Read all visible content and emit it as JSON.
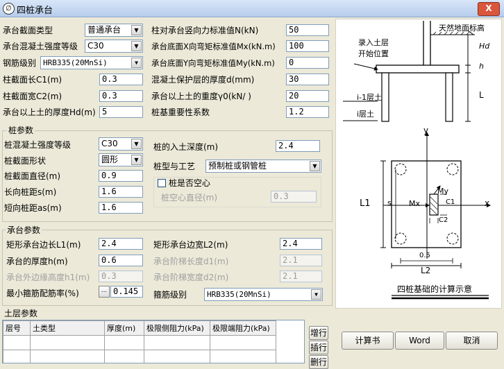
{
  "window": {
    "title": "四桩承台",
    "close_label": "X"
  },
  "top": {
    "section_type": {
      "label": "承台截面类型",
      "value": "普通承台"
    },
    "concrete_grade": {
      "label": "承台混凝土强度等级",
      "value": "C30"
    },
    "rebar_grade": {
      "label": "钢筋级别",
      "value": "HRB335(20MnSi)"
    },
    "col_length": {
      "label": "柱截面长C1(m)",
      "value": "0.3"
    },
    "col_width": {
      "label": "柱截面宽C2(m)",
      "value": "0.3"
    },
    "soil_thickness": {
      "label": "承台以上土的厚度Hd(m)",
      "value": "5"
    },
    "axial_force": {
      "label": "柱对承台竖向力标准值N(kN)",
      "value": "50"
    },
    "moment_x": {
      "label": "承台底面X向弯矩标准值Mx(kN.m)",
      "value": "100"
    },
    "moment_y": {
      "label": "承台底面Y向弯矩标准值My(kN.m)",
      "value": "0"
    },
    "cover": {
      "label": "混凝土保护层的厚度d(mm)",
      "value": "30"
    },
    "soil_weight": {
      "label": "承台以上土的重度γ0(kN/ )",
      "value": "20"
    },
    "importance": {
      "label": "桩基重要性系数",
      "value": "1.2"
    }
  },
  "pile": {
    "group_title": "桩参数",
    "concrete_grade": {
      "label": "桩混凝土强度等级",
      "value": "C30"
    },
    "shape": {
      "label": "桩截面形状",
      "value": "圆形"
    },
    "diameter": {
      "label": "桩截面直径(m)",
      "value": "0.9"
    },
    "long_spacing": {
      "label": "长向桩距s(m)",
      "value": "1.6"
    },
    "short_spacing": {
      "label": "短向桩距as(m)",
      "value": "1.6"
    },
    "embed_depth": {
      "label": "桩的入土深度(m)",
      "value": "2.4"
    },
    "pile_type": {
      "label": "桩型与工艺",
      "value": "预制桩或钢管桩"
    },
    "hollow": {
      "label": "桩是否空心",
      "checked": false
    },
    "hollow_dia": {
      "label": "桩空心直径(m)",
      "value": "0.3"
    }
  },
  "cap": {
    "group_title": "承台参数",
    "length": {
      "label": "矩形承台边长L1(m)",
      "value": "2.4"
    },
    "thickness": {
      "label": "承台的厚度h(m)",
      "value": "0.6"
    },
    "edge_height": {
      "label": "承台外边缘高度h1(m)",
      "value": "0.3"
    },
    "min_ratio": {
      "label": "最小箍筋配筋率(%)",
      "value": "0.145",
      "btn": "..."
    },
    "width": {
      "label": "矩形承台边宽L2(m)",
      "value": "2.4"
    },
    "step_length": {
      "label": "承台阶梯长度d1(m)",
      "value": "2.1"
    },
    "step_width": {
      "label": "承台阶梯宽度d2(m)",
      "value": "2.1"
    },
    "stirrup_grade": {
      "label": "箍筋级别",
      "value": "HRB335(20MnSi)"
    }
  },
  "soil": {
    "group_title": "土层参数",
    "columns": [
      "层号",
      "土类型",
      "厚度(m)",
      "极限侧阻力(kPa)",
      "极限端阻力(kPa)"
    ],
    "add_row": "增行",
    "insert_row": "插行",
    "delete_row": "删行"
  },
  "buttons": {
    "calc_book": "计算书",
    "word": "Word",
    "cancel": "取消"
  },
  "diagram_top": {
    "ground_label": "天然地面标高",
    "entry_label_1": "录入土层",
    "entry_label_2": "开始位置",
    "hd": "Hd",
    "h": "h",
    "L": "L",
    "layer_i1": "i-1层土",
    "layer_i": "i层土"
  },
  "diagram_plan": {
    "y": "y",
    "x": "x",
    "L1": "L1",
    "s": "s",
    "Mx": "Mx",
    "My": "My",
    "c1": "C1",
    "c2": "C2",
    "spacing": "0.5",
    "L2": "L2",
    "caption": "四桩基础的计算示意"
  }
}
